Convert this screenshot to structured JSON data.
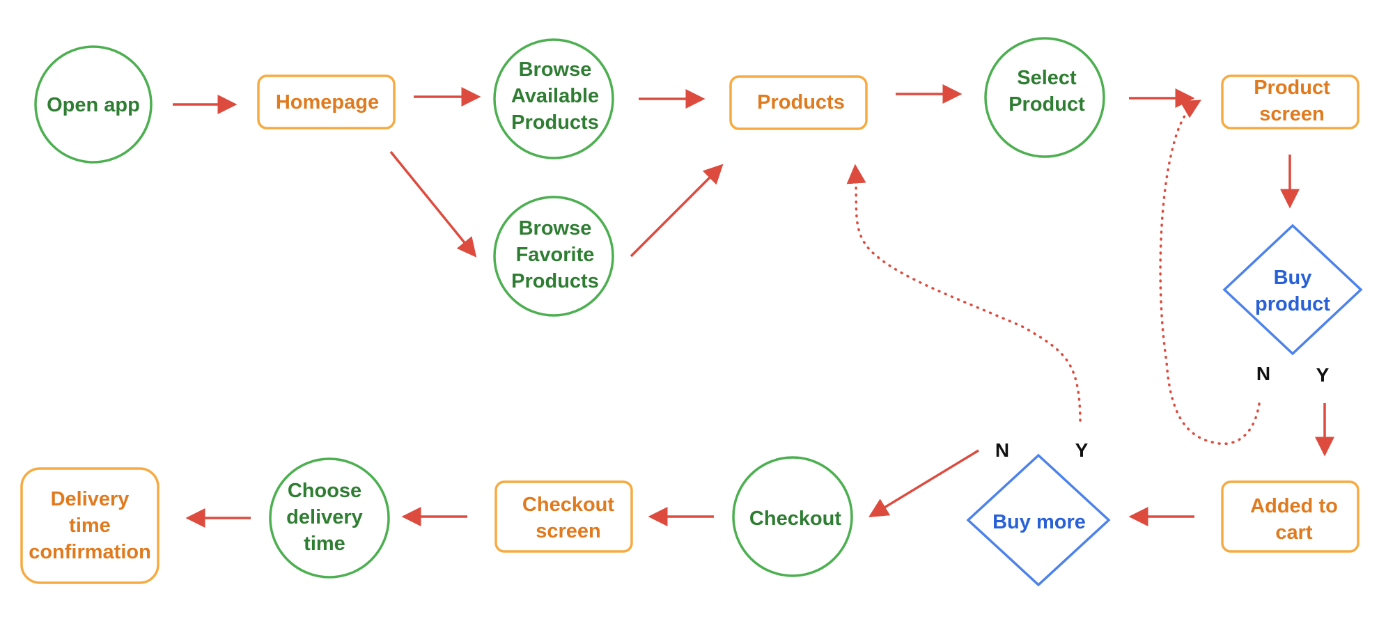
{
  "colors": {
    "circle": "#4caf50",
    "circle_text": "#2e7d32",
    "box": "#f6ab42",
    "box_text": "#e07a1e",
    "diamond": "#4d82ea",
    "diamond_text": "#2860d8",
    "arrow": "#dc4b3e",
    "yn_text": "#111111"
  },
  "nodes": {
    "open_app": {
      "shape": "circle",
      "lines": [
        "Open app"
      ]
    },
    "homepage": {
      "shape": "box",
      "lines": [
        "Homepage"
      ]
    },
    "browse_available": {
      "shape": "circle",
      "lines": [
        "Browse",
        "Available",
        "Products"
      ]
    },
    "browse_favorite": {
      "shape": "circle",
      "lines": [
        "Browse",
        "Favorite",
        "Products"
      ]
    },
    "products": {
      "shape": "box",
      "lines": [
        "Products"
      ]
    },
    "select_product": {
      "shape": "circle",
      "lines": [
        "Select",
        "Product"
      ]
    },
    "product_screen": {
      "shape": "box",
      "lines": [
        "Product",
        "screen"
      ]
    },
    "buy_product": {
      "shape": "diamond",
      "lines": [
        "Buy",
        "product"
      ]
    },
    "added_to_cart": {
      "shape": "box",
      "lines": [
        "Added to",
        "cart"
      ]
    },
    "buy_more": {
      "shape": "diamond",
      "lines": [
        "Buy more"
      ]
    },
    "checkout": {
      "shape": "circle",
      "lines": [
        "Checkout"
      ]
    },
    "checkout_screen": {
      "shape": "box",
      "lines": [
        "Checkout",
        "screen"
      ]
    },
    "choose_delivery": {
      "shape": "circle",
      "lines": [
        "Choose",
        "delivery",
        "time"
      ]
    },
    "delivery_confirmation": {
      "shape": "box",
      "lines": [
        "Delivery",
        "time",
        "confirmation"
      ]
    }
  },
  "branch_labels": {
    "buy_product_no": "N",
    "buy_product_yes": "Y",
    "buy_more_no": "N",
    "buy_more_yes": "Y"
  },
  "edges": [
    {
      "from": "open_app",
      "to": "homepage",
      "style": "solid"
    },
    {
      "from": "homepage",
      "to": "browse_available",
      "style": "solid"
    },
    {
      "from": "homepage",
      "to": "browse_favorite",
      "style": "solid"
    },
    {
      "from": "browse_available",
      "to": "products",
      "style": "solid"
    },
    {
      "from": "browse_favorite",
      "to": "products",
      "style": "solid"
    },
    {
      "from": "products",
      "to": "select_product",
      "style": "solid"
    },
    {
      "from": "select_product",
      "to": "product_screen",
      "style": "solid"
    },
    {
      "from": "product_screen",
      "to": "buy_product",
      "style": "solid"
    },
    {
      "from": "buy_product",
      "to": "added_to_cart",
      "style": "solid",
      "label": "Y"
    },
    {
      "from": "buy_product",
      "to": "product_screen",
      "style": "dotted",
      "label": "N"
    },
    {
      "from": "added_to_cart",
      "to": "buy_more",
      "style": "solid"
    },
    {
      "from": "buy_more",
      "to": "products",
      "style": "dotted",
      "label": "Y"
    },
    {
      "from": "buy_more",
      "to": "checkout",
      "style": "solid",
      "label": "N"
    },
    {
      "from": "checkout",
      "to": "checkout_screen",
      "style": "solid"
    },
    {
      "from": "checkout_screen",
      "to": "choose_delivery",
      "style": "solid"
    },
    {
      "from": "choose_delivery",
      "to": "delivery_confirmation",
      "style": "solid"
    }
  ]
}
